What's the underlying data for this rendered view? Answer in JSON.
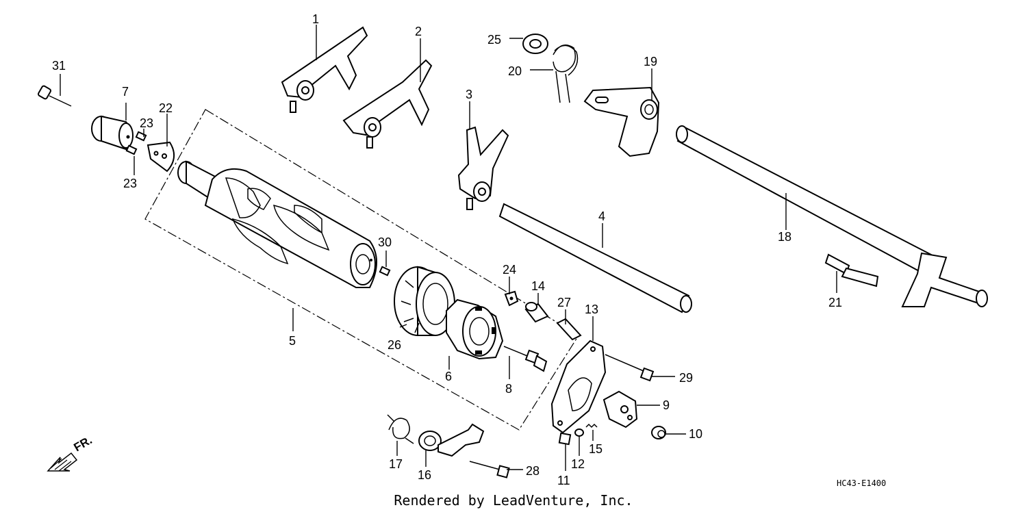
{
  "diagram": {
    "code": "HC43-E1400",
    "footer": "Rendered by LeadVenture, Inc.",
    "direction_label": "FR.",
    "callouts": [
      "1",
      "2",
      "3",
      "4",
      "5",
      "6",
      "7",
      "8",
      "9",
      "10",
      "11",
      "12",
      "13",
      "14",
      "15",
      "16",
      "17",
      "18",
      "19",
      "20",
      "21",
      "22",
      "23",
      "23",
      "24",
      "25",
      "26",
      "27",
      "28",
      "29",
      "30",
      "31"
    ]
  }
}
